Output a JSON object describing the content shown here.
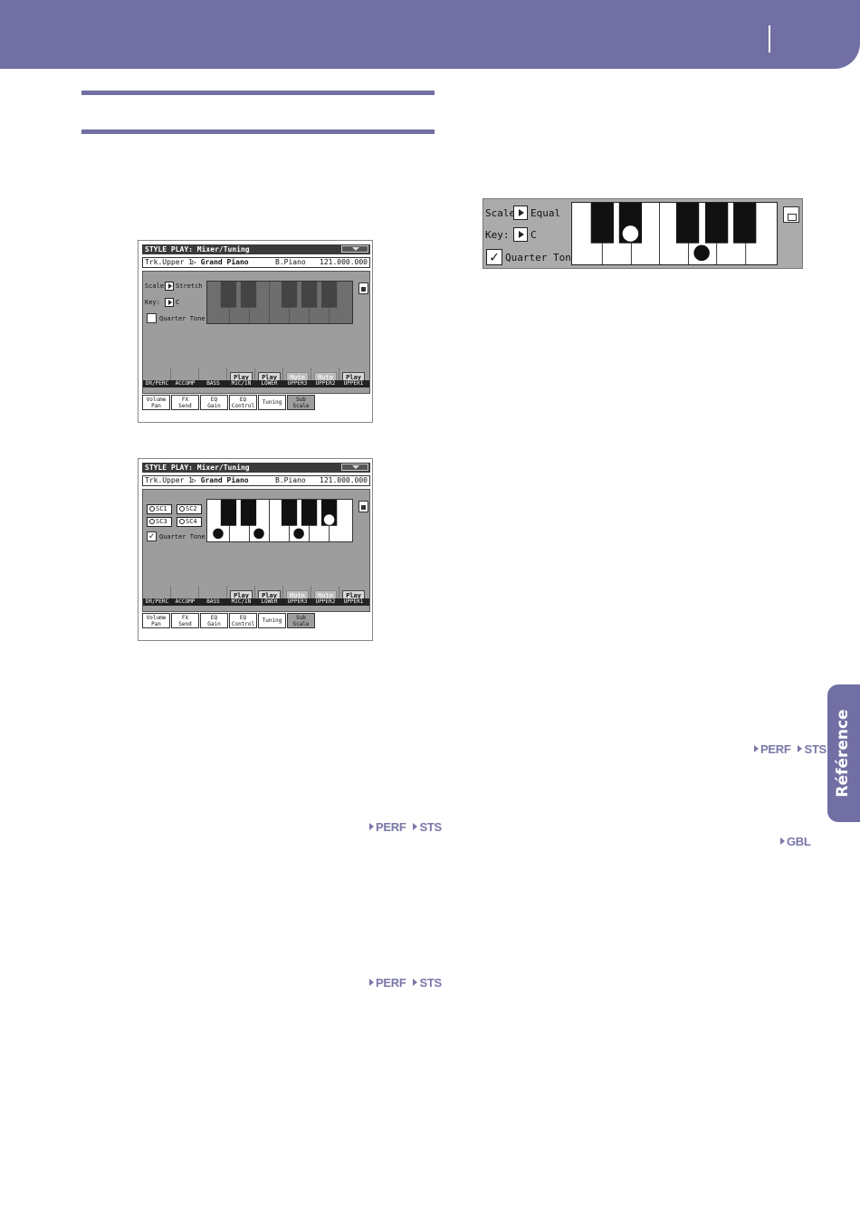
{
  "header": {
    "section_tab": "Référence"
  },
  "markers": {
    "perf": "PERF",
    "sts": "STS",
    "gbl": "GBL"
  },
  "screen1": {
    "title": "STYLE PLAY: Mixer/Tuning",
    "track_label": "Trk.Upper 1",
    "sound_name": "Grand Piano",
    "sound_category": "B.Piano",
    "sound_number": "121.000.000",
    "scale_label": "Scale:",
    "scale_value": "Stretch",
    "key_label": "Key:",
    "key_value": "C",
    "quarter_tone_label": "Quarter Tone",
    "buttons": [
      "",
      "",
      "",
      "Play",
      "Play",
      "Mute",
      "Mute",
      "Play"
    ],
    "channels": [
      "DR/PERC",
      "ACCOMP",
      "BASS",
      "MIC/IN",
      "LOWER",
      "UPPER3",
      "UPPER2",
      "UPPER1"
    ],
    "tabs": [
      {
        "line1": "Volume",
        "line2": "Pan"
      },
      {
        "line1": "FX",
        "line2": "Send"
      },
      {
        "line1": "EQ",
        "line2": "Gain"
      },
      {
        "line1": "EQ",
        "line2": "Control"
      },
      {
        "line1": "Tuning",
        "line2": ""
      },
      {
        "line1": "Sub",
        "line2": "Scale"
      }
    ]
  },
  "screen2": {
    "title": "STYLE PLAY: Mixer/Tuning",
    "track_label": "Trk.Upper 1",
    "sound_name": "Grand Piano",
    "sound_category": "B.Piano",
    "sound_number": "121.000.000",
    "sc_buttons": [
      "SC1",
      "SC2",
      "SC3",
      "SC4"
    ],
    "quarter_tone_label": "Quarter Tone",
    "buttons": [
      "",
      "",
      "",
      "Play",
      "Play",
      "Mute",
      "Mute",
      "Play"
    ],
    "channels": [
      "DR/PERC",
      "ACCOMP",
      "BASS",
      "MIC/IN",
      "LOWER",
      "UPPER3",
      "UPPER2",
      "UPPER1"
    ],
    "tabs": [
      {
        "line1": "Volume",
        "line2": "Pan"
      },
      {
        "line1": "FX",
        "line2": "Send"
      },
      {
        "line1": "EQ",
        "line2": "Gain"
      },
      {
        "line1": "EQ",
        "line2": "Control"
      },
      {
        "line1": "Tuning",
        "line2": ""
      },
      {
        "line1": "Sub",
        "line2": "Scale"
      }
    ]
  },
  "keypanel": {
    "scale_label": "Scale:",
    "scale_value": "Equal",
    "key_label": "Key:",
    "key_value": "C",
    "quarter_tone_label": "Quarter Tone"
  }
}
